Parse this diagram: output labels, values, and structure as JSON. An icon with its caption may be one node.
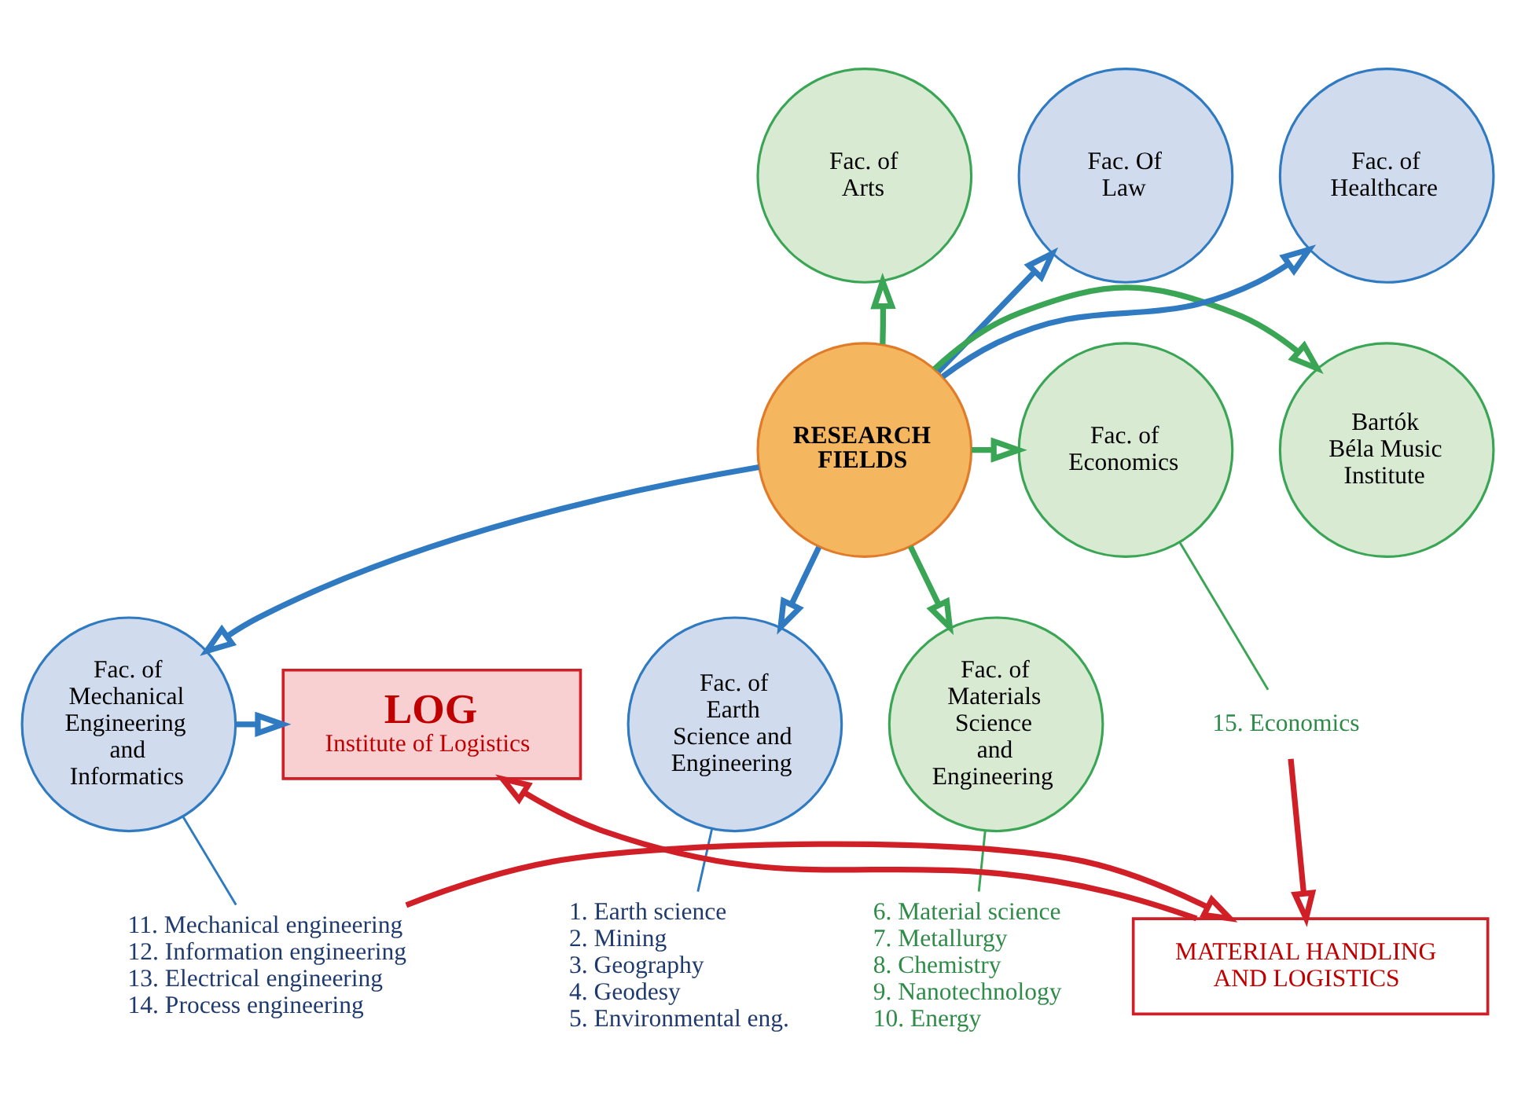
{
  "diagram": {
    "nodes": [
      {
        "text": [
          "RESEARCH FIELDS"
        ]
      },
      {
        "text": [
          "Fac. of Arts"
        ]
      },
      {
        "text": [
          "Fac. Of Law"
        ]
      },
      {
        "text": [
          "Fac. of Economics"
        ]
      },
      {
        "text": [
          "Fac. of Mechanical Engineering and Informatics"
        ]
      },
      {
        "text": [
          "Fac. of Materials Science and Engineering"
        ]
      },
      {
        "text": [
          "Fac. of Earth Science and Engineering"
        ]
      },
      {
        "text": [
          "Bartók Béla Music Institute"
        ]
      },
      {
        "text": [
          "Fac. of Healthcare"
        ]
      },
      {
        "text": [
          "LOG",
          "Institute of Logistics"
        ]
      },
      {
        "text": [
          "MATERIAL HANDLING AND LOGISTICS"
        ]
      },
      {
        "text": [
          "1. Earth science",
          "2. Mining",
          "3. Geography",
          "4. Geodesy",
          "5. Environmental eng."
        ]
      },
      {
        "text": [
          "6. Material science",
          "7. Metallurgy",
          "8. Chemistry",
          "9. Nanotechnology",
          "10. Energy"
        ]
      },
      {
        "text": [
          "11. Mechanical engineering",
          "12. Information engineering",
          "13. Electrical engineering",
          "14. Process engineering"
        ]
      },
      {
        "text": [
          "15. Economics"
        ]
      }
    ],
    "edges": [
      {
        "from": 0,
        "to": 1,
        "arrow": "to",
        "color": "#3aa655"
      },
      {
        "from": 0,
        "to": 2,
        "arrow": "to",
        "color": "#2f7ac0"
      },
      {
        "from": 0,
        "to": 3,
        "arrow": "to",
        "color": "#3aa655"
      },
      {
        "from": 0,
        "to": 4,
        "arrow": "to",
        "color": "#2f7ac0"
      },
      {
        "from": 0,
        "to": 5,
        "arrow": "to",
        "color": "#3aa655"
      },
      {
        "from": 0,
        "to": 6,
        "arrow": "to",
        "color": "#2f7ac0"
      },
      {
        "from": 0,
        "to": 7,
        "arrow": "to",
        "color": "#3aa655"
      },
      {
        "from": 0,
        "to": 8,
        "arrow": "to",
        "color": "#2f7ac0"
      },
      {
        "from": 6,
        "to": 11,
        "arrow": "none",
        "color": "#2f7ac0"
      },
      {
        "from": 5,
        "to": 12,
        "arrow": "none",
        "color": "#3aa655"
      },
      {
        "from": 4,
        "to": 13,
        "arrow": "none",
        "color": "#2f7ac0"
      },
      {
        "from": 3,
        "to": 14,
        "arrow": "none",
        "color": "#3aa655"
      },
      {
        "from": 4,
        "to": 9,
        "arrow": "to",
        "color": "#2f7ac0"
      },
      {
        "from": 10,
        "to": 9,
        "arrow": "to",
        "color": "#d01f27"
      },
      {
        "from": 14,
        "to": 10,
        "arrow": "to",
        "color": "#d01f27"
      },
      {
        "from": 13,
        "to": 10,
        "arrow": "to",
        "color": "#d01f27"
      }
    ]
  }
}
